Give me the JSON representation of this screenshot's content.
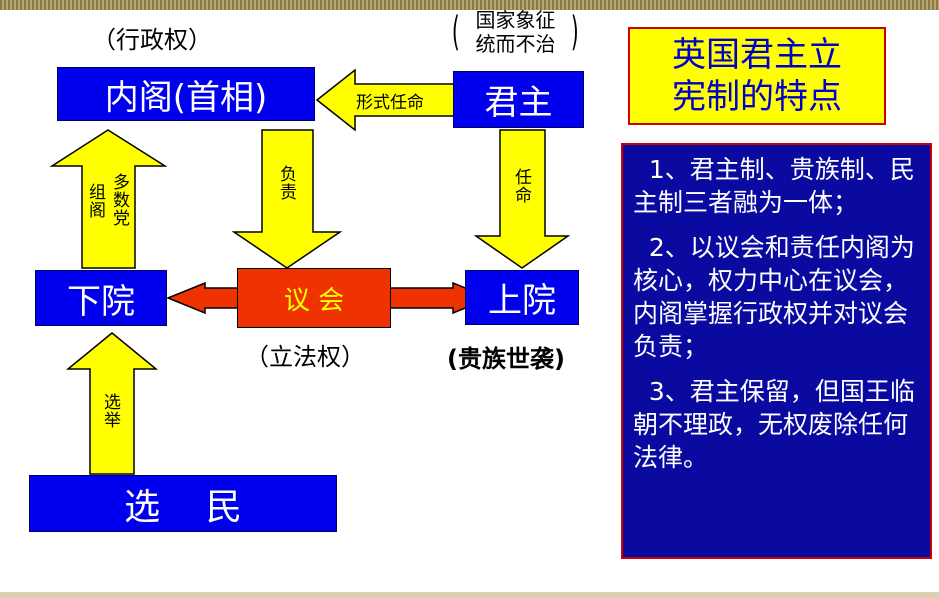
{
  "diagram": {
    "cabinet": {
      "label": "内阁(首相)",
      "note": "（行政权）"
    },
    "monarch": {
      "label": "君主",
      "note_line1": "国家象征",
      "note_line2": "统而不治"
    },
    "parliament": {
      "label": "议 会",
      "note": "（立法权）"
    },
    "lower_house": {
      "label": "下院"
    },
    "upper_house": {
      "label": "上院",
      "note": "(贵族世袭)"
    },
    "voters": {
      "label": "选    民"
    },
    "arrows": {
      "formal_appoint": "形式任命",
      "responsible": "负责",
      "appoint": "任命",
      "majority_party": "多数党",
      "form_cabinet": "组阁",
      "elect": "选举"
    },
    "colors": {
      "box_blue": "#0000ee",
      "arrow_yellow": "#ffff00",
      "parliament_red": "#ee3300",
      "panel_navy": "#0a0aa0",
      "title_yellow": "#ffff00"
    }
  },
  "sidebar": {
    "title_line1": "英国君主立",
    "title_line2": "宪制的特点",
    "points": [
      "  1、君主制、贵族制、民主制三者融为一体；",
      "  2、以议会和责任内阁为核心，权力中心在议会，内阁掌握行政权并对议会负责；",
      "  3、君主保留，但国王临朝不理政，无权废除任何法律。"
    ]
  }
}
